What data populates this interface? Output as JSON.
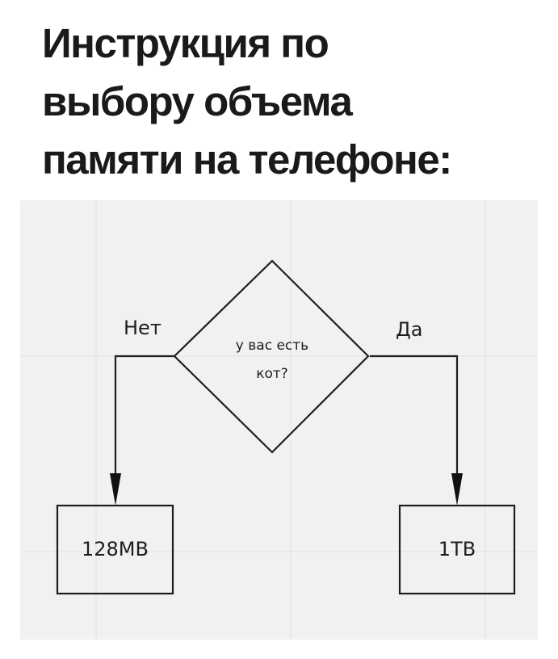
{
  "title": {
    "lines": [
      "Инструкция по",
      "выбору объема",
      "памяти на телефоне:"
    ]
  },
  "flowchart": {
    "decision": {
      "line1": "у вас есть",
      "line2": "кот?"
    },
    "branches": {
      "no": {
        "label": "Нет",
        "result": "128MB"
      },
      "yes": {
        "label": "Да",
        "result": "1TB"
      }
    },
    "colors": {
      "canvas": "#f1f1f1",
      "grid": "#e2e2e2",
      "stroke": "#1e1e1e",
      "title": "#1a1a1a"
    }
  }
}
